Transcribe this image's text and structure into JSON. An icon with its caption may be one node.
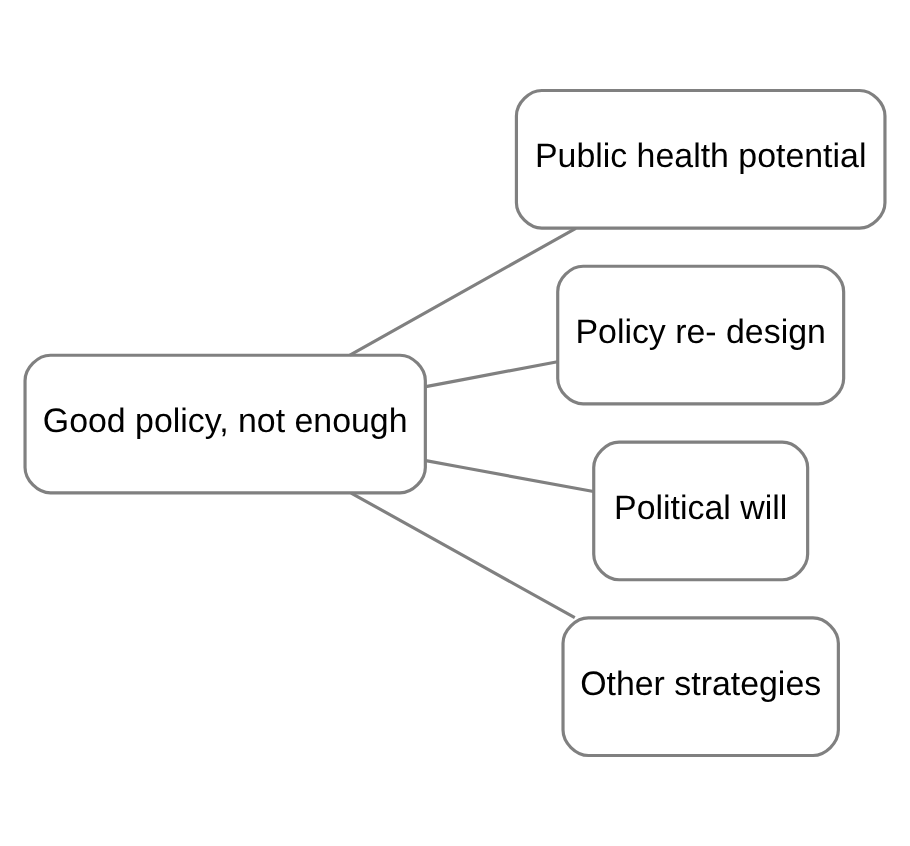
{
  "diagram": {
    "nodes": [
      {
        "text": [
          "Good policy, not enough"
        ]
      },
      {
        "text": [
          "Public health potential"
        ]
      },
      {
        "text": [
          "Policy re- design"
        ]
      },
      {
        "text": [
          "Political will"
        ]
      },
      {
        "text": [
          "Other strategies"
        ]
      }
    ],
    "edges": [
      {
        "from": 0,
        "to": 1,
        "arrow": "none"
      },
      {
        "from": 0,
        "to": 2,
        "arrow": "none"
      },
      {
        "from": 0,
        "to": 3,
        "arrow": "none"
      },
      {
        "from": 0,
        "to": 4,
        "arrow": "none"
      }
    ]
  }
}
